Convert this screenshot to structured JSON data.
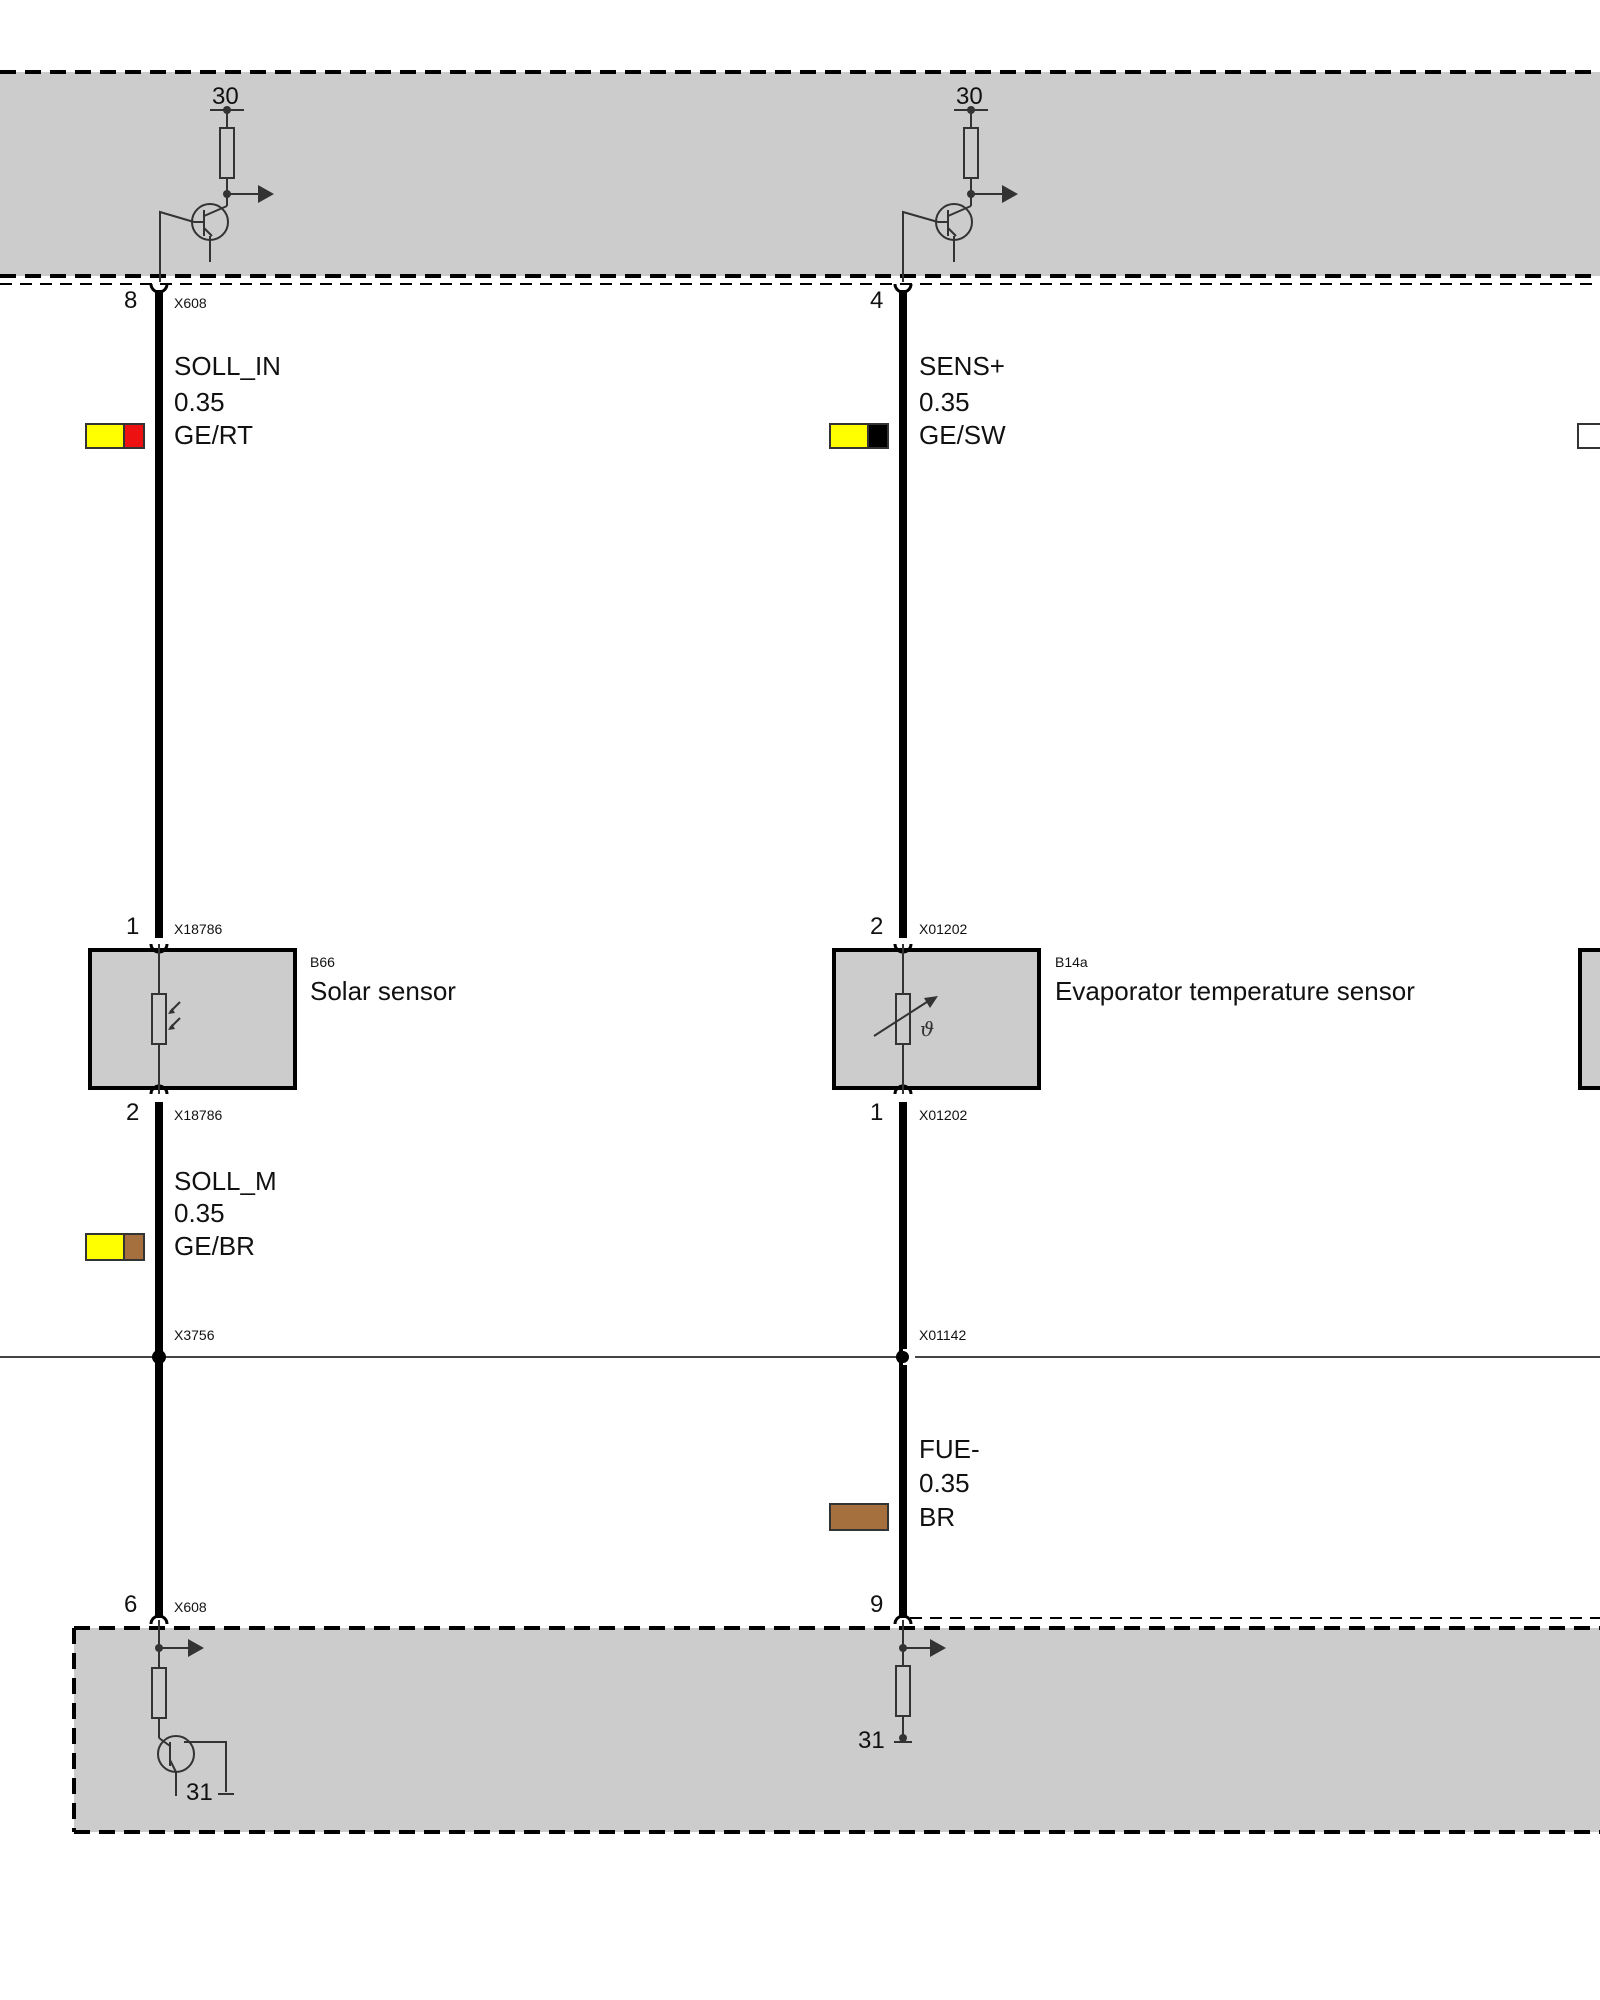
{
  "colors": {
    "module_fill": "#cccccc",
    "wire": "#000000",
    "yellow": "#ffff00",
    "red": "#ee1111",
    "black": "#000000",
    "brown": "#a5703e"
  },
  "top_module": {
    "left_supply": "30",
    "right_supply": "30"
  },
  "circuit_left": {
    "top_pin": "8",
    "top_connector": "X608",
    "signal": {
      "name": "SOLL_IN",
      "gauge": "0.35",
      "color_code": "GE/RT"
    },
    "sensor_top_pin": "1",
    "sensor_top_connector": "X18786",
    "sensor_code": "B66",
    "sensor_name": "Solar sensor",
    "sensor_bottom_pin": "2",
    "sensor_bottom_connector": "X18786",
    "signal2": {
      "name": "SOLL_M",
      "gauge": "0.35",
      "color_code": "GE/BR"
    },
    "splice": "X3756",
    "bottom_pin": "6",
    "bottom_connector": "X608",
    "ground": "31"
  },
  "circuit_right": {
    "top_pin": "4",
    "signal": {
      "name": "SENS+",
      "gauge": "0.35",
      "color_code": "GE/SW"
    },
    "sensor_top_pin": "2",
    "sensor_top_connector": "X01202",
    "sensor_code": "B14a",
    "sensor_name": "Evaporator temperature sensor",
    "sensor_bottom_pin": "1",
    "sensor_bottom_connector": "X01202",
    "splice": "X01142",
    "signal2": {
      "name": "FUE-",
      "gauge": "0.35",
      "color_code": "BR"
    },
    "bottom_pin": "9",
    "ground": "31"
  }
}
